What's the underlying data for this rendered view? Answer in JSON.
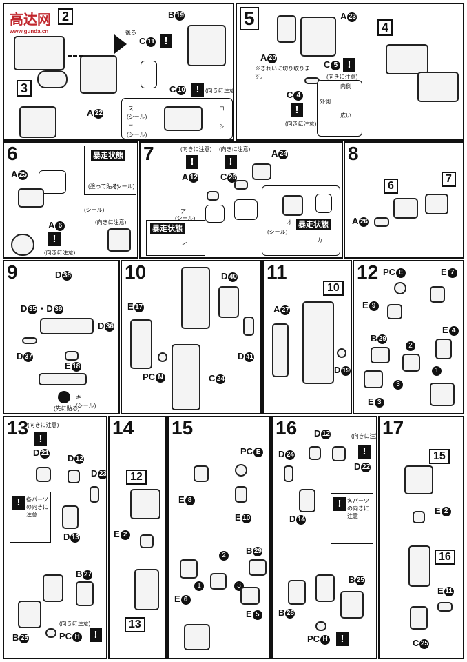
{
  "watermark": {
    "title": "高达网",
    "url": "www.gunda.cn"
  },
  "page_number": "2",
  "steps": {
    "s1": {
      "labels": {
        "b19": "B",
        "c11": "C",
        "c10": "C",
        "a22": "A"
      },
      "numbers": {
        "b19": "19",
        "c11": "11",
        "c10": "10",
        "a22": "22"
      },
      "sub": "3",
      "note1": "(向きに注意)",
      "note2": "後ろ",
      "seal": "(シール)",
      "seal_letters": [
        "ス",
        "コ",
        "ニ",
        "シ"
      ]
    },
    "s5": {
      "num": "5",
      "sub": "4",
      "a23": "A",
      "n23": "23",
      "a20": "A",
      "n20": "20",
      "note_cut": "※きれいに切り取ります。",
      "c5": "C",
      "n5": "5",
      "c4": "C",
      "n4": "4",
      "note_dir": "(向きに注意)",
      "inner": "内側",
      "outer": "外側",
      "wide": "広い"
    },
    "s6": {
      "num": "6",
      "a25": "A",
      "n25": "25",
      "a6": "A",
      "n6": "6",
      "heading": "暴走状態",
      "seal": "(シール)",
      "note_dir": "(向きに注意)",
      "paint": "(塗って貼る)"
    },
    "s7": {
      "num": "7",
      "a12": "A",
      "n12": "12",
      "c26": "C",
      "n26": "26",
      "a24": "A",
      "n24": "24",
      "heading": "暴走状態",
      "seal": "(シール)",
      "note_dir": "(向きに注意)",
      "letters": [
        "ア",
        "イ",
        "オ",
        "カ"
      ]
    },
    "s8": {
      "num": "8",
      "sub6": "6",
      "sub7": "7",
      "a26": "A",
      "n26": "26"
    },
    "s9": {
      "num": "9",
      "d38": "D",
      "n38": "38",
      "d35": "D",
      "n35": "35",
      "d39": "D",
      "n39": "39",
      "dot": "・",
      "d36": "D",
      "n36": "36",
      "d37": "D",
      "n37": "37",
      "e18": "E",
      "n18": "18",
      "note": "(先に貼る)",
      "seal": "(シール)",
      "letter": "キ"
    },
    "s10": {
      "num": "10",
      "d40": "D",
      "n40": "40",
      "e17": "E",
      "n17": "17",
      "d41": "D",
      "n41": "41",
      "pcn": "PC",
      "nn": "N",
      "c24": "C",
      "n24": "24"
    },
    "s11": {
      "num": "11",
      "sub": "10",
      "a27": "A",
      "n27": "27",
      "d19": "D",
      "n19": "19"
    },
    "s12": {
      "num": "12",
      "pce": "PC",
      "ne": "E",
      "e7": "E",
      "n7": "7",
      "e9": "E",
      "n9": "9",
      "b29": "B",
      "n29": "29",
      "e4": "E",
      "n4": "4",
      "e3": "E",
      "n3": "3",
      "arrows": [
        "1",
        "2",
        "3"
      ]
    },
    "s13": {
      "num": "13",
      "d21": "D",
      "n21": "21",
      "d12": "D",
      "n12": "12",
      "d23": "D",
      "n23": "23",
      "d13": "D",
      "n13": "13",
      "b27": "B",
      "n27": "27",
      "b25": "B",
      "n25": "25",
      "pch": "PC",
      "nh": "H",
      "note_dir": "(向きに注意)",
      "note_parts": "各パーツの向きに注意"
    },
    "s14": {
      "num": "14",
      "sub12": "12",
      "e2": "E",
      "n2": "2",
      "sub13": "13"
    },
    "s15": {
      "num": "15",
      "pce": "PC",
      "ne": "E",
      "e8": "E",
      "n8": "8",
      "e10": "E",
      "n10": "10",
      "b29": "B",
      "n29": "29",
      "e6": "E",
      "n6": "6",
      "e5": "E",
      "n5": "5",
      "arrows": [
        "1",
        "2",
        "3"
      ]
    },
    "s16": {
      "num": "16",
      "d12": "D",
      "n12": "12",
      "d24": "D",
      "n24": "24",
      "d22": "D",
      "n22": "22",
      "d14": "D",
      "n14": "14",
      "b25": "B",
      "n25": "25",
      "b28": "B",
      "n28": "28",
      "pch": "PC",
      "nh": "H",
      "note_parts": "各パーツの向きに注意"
    },
    "s17": {
      "num": "17",
      "sub15": "15",
      "e2": "E",
      "n2": "2",
      "sub16": "16",
      "e11": "E",
      "n11": "11",
      "c25": "C",
      "n25": "25"
    }
  },
  "warn_glyph": "!",
  "seal_text": "(シール)"
}
